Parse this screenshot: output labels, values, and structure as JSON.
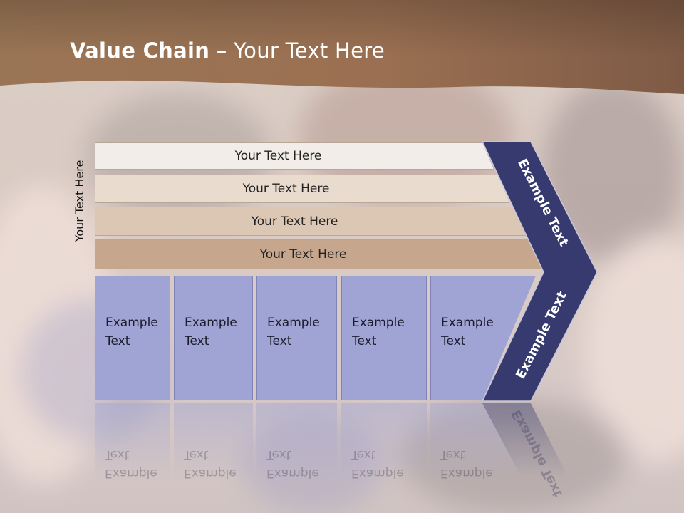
{
  "slide": {
    "title_bold": "Value Chain",
    "title_rest": " – Your Text Here",
    "side_label": "Your Text Here"
  },
  "stripes": [
    {
      "label": "Your Text Here",
      "color": "#f2ede8"
    },
    {
      "label": "Your Text Here",
      "color": "#e9dccf"
    },
    {
      "label": "Your Text Here",
      "color": "#dcc7b5"
    },
    {
      "label": "Your Text Here",
      "color": "#c6a68c"
    }
  ],
  "columns": [
    {
      "line1": "Example",
      "line2": "Text"
    },
    {
      "line1": "Example",
      "line2": "Text"
    },
    {
      "line1": "Example",
      "line2": "Text"
    },
    {
      "line1": "Example",
      "line2": "Text"
    },
    {
      "line1": "Example",
      "line2": "Text"
    }
  ],
  "chevron": {
    "upper_label": "Example Text",
    "lower_label": "Example Text",
    "color": "#363a6e"
  },
  "colors": {
    "header_brown": "#8f6849",
    "column_fill": "#a0a4d4"
  }
}
